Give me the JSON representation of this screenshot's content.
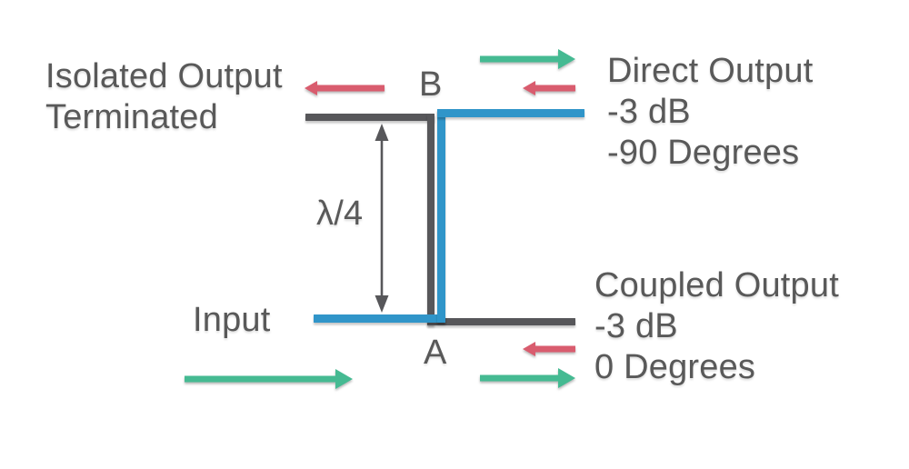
{
  "colors": {
    "background": "#ffffff",
    "text_gray": "#595959",
    "line_gray": "#57575a",
    "blue": "#3095c9",
    "green": "#45ba92",
    "red": "#d95c6e"
  },
  "diagram": {
    "labels": {
      "isolated_output": "Isolated Output\nTerminated",
      "input": "Input",
      "port_top": "B",
      "port_bottom": "A",
      "quarter_wave": "λ/4",
      "direct_output": "Direct Output\n-3 dB\n-90 Degrees",
      "coupled_output": "Coupled Output\n-3 dB\n0 Degrees"
    }
  }
}
